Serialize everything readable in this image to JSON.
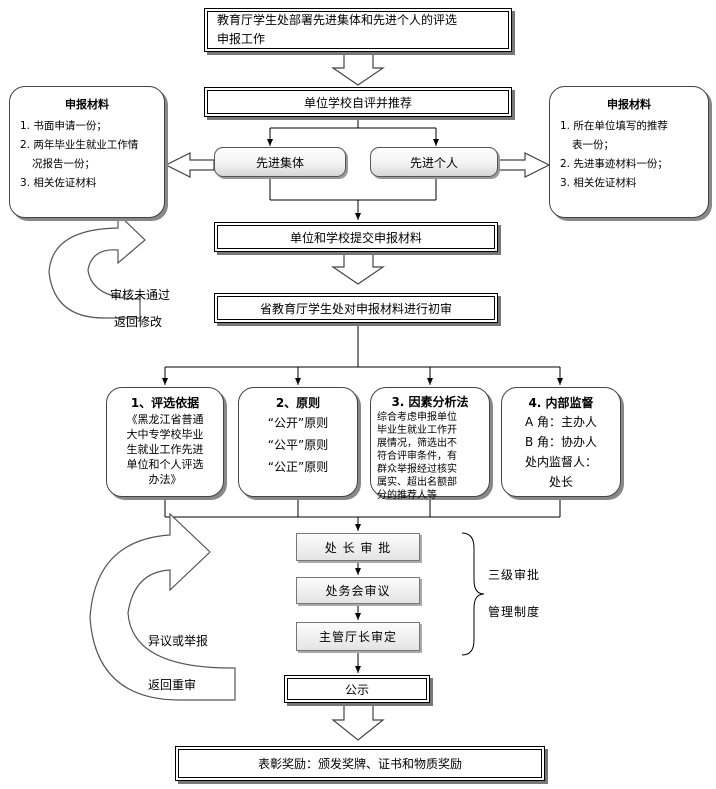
{
  "top_box": {
    "line1": "教育厅学生处部署先进集体和先进个人的评选",
    "line2": "申报工作"
  },
  "step_recommend": "单位学校自评并推荐",
  "branch_collective": "先进集体",
  "branch_individual": "先进个人",
  "left_materials": {
    "title": "申报材料",
    "items": [
      "1. 书面申请一份；",
      "2. 两年毕业生就业工作情",
      "况报告一份；",
      "3. 相关佐证材料"
    ]
  },
  "right_materials": {
    "title": "申报材料",
    "items": [
      "1. 所在单位填写的推荐",
      "表一份；",
      "2. 先进事迹材料一份；",
      "3. 相关佐证材料"
    ]
  },
  "step_submit": "单位和学校提交申报材料",
  "loop_top": {
    "line1": "审核未通过",
    "line2": "返回修改"
  },
  "step_initial_review": "省教育厅学生处对申报材料进行初审",
  "criteria": [
    {
      "title": "1、评选依据",
      "lines": [
        "《黑龙江省普通",
        "大中专学校毕业",
        "生就业工作先进",
        "单位和个人评选",
        "办法》"
      ]
    },
    {
      "title": "2、原则",
      "lines": [
        "“公开”原则",
        "“公平”原则",
        "“公正”原则"
      ]
    },
    {
      "title": "3. 因素分析法",
      "lines": [
        "综合考虑申报单位",
        "毕业生就业工作开",
        "展情况，筛选出不",
        "符合评审条件，有",
        "群众举报经过核实",
        "属实、超出名额部",
        "分的推荐人等"
      ]
    },
    {
      "title": "4. 内部监督",
      "lines": [
        "A 角：主办人",
        "B 角：协办人",
        "处内监督人：",
        "处长"
      ]
    }
  ],
  "approvals": [
    "处 长 审 批",
    "处务会审议",
    "主管厅长审定"
  ],
  "three_level": {
    "line1": "三级审批",
    "line2": "管理制度"
  },
  "loop_bottom": {
    "line1": "异议或举报",
    "line2": "返回重审"
  },
  "step_publicity": "公示",
  "final": "表彰奖励：颁发奖牌、证书和物质奖励"
}
